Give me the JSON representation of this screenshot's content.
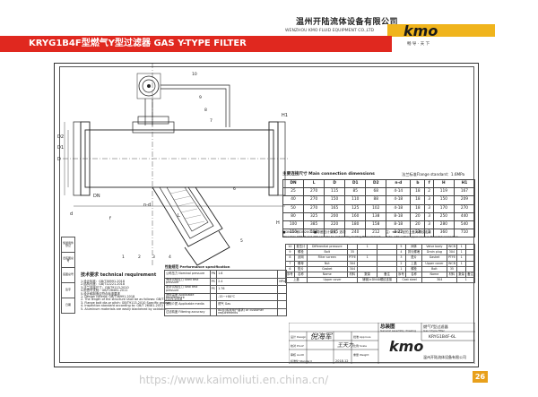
{
  "header": {
    "company_cn": "温州开陆流体设备有限公司",
    "company_en": "WENZHOU KMO FLUID EQUIPMENT CO.,LTD",
    "logo_text": "kmo",
    "logo_slogan": "畅 导 · 天 下",
    "title": "KRYG1B4F型燃气Y型过滤器 GAS Y-TYPE FILTER"
  },
  "drawing": {
    "labels": {
      "d": "d",
      "D": "D",
      "D1": "D1",
      "D2": "D2",
      "DN": "DN",
      "H": "H",
      "H1": "H1",
      "L": "L",
      "nd": "n-d",
      "f": "f"
    },
    "part_numbers": [
      "1",
      "2",
      "3",
      "4",
      "5",
      "6",
      "7",
      "8",
      "9",
      "10"
    ],
    "left_table": [
      [
        "借通用件登记",
        "Register the borrowed common parts"
      ],
      [
        "旧底图总号",
        "Old base map number"
      ],
      [
        "底图总号",
        "Total base map number"
      ],
      [
        "签字",
        "Signature"
      ],
      [
        "日期",
        "Date"
      ]
    ]
  },
  "dimensions": {
    "title": "主要连接尺寸 Main connection dimensions",
    "flange_standard": "法兰标准Flange standard：1.6MPa",
    "headers": [
      "DN",
      "L",
      "D",
      "D1",
      "D2",
      "n-d",
      "b",
      "f",
      "H",
      "H1"
    ],
    "rows": [
      [
        "25",
        "270",
        "115",
        "85",
        "68",
        "4-14",
        "18",
        "2",
        "119",
        "167"
      ],
      [
        "40",
        "270",
        "150",
        "110",
        "88",
        "4-18",
        "18",
        "3",
        "150",
        "209"
      ],
      [
        "50",
        "270",
        "165",
        "125",
        "102",
        "4-18",
        "18",
        "3",
        "170",
        "270"
      ],
      [
        "80",
        "325",
        "200",
        "160",
        "138",
        "8-18",
        "20",
        "3",
        "250",
        "440"
      ],
      [
        "100",
        "385",
        "220",
        "180",
        "158",
        "8-18",
        "20",
        "3",
        "280",
        "540"
      ],
      [
        "150",
        "500",
        "285",
        "240",
        "212",
        "8-22",
        "22",
        "3",
        "360",
        "710"
      ]
    ],
    "note_left": "■DN100和DN200☐■带差压计测试，选项",
    "note_left_en": "More than DN100 and 200 can also be installed by holding filter element.",
    "note_right": "注：≤40口径的上盖为螺纹连接",
    "note_right_en": "Note: ≤40 caliber upper cover is threaded connection"
  },
  "parts": {
    "rows": [
      [
        "10",
        "差压计",
        "Differential pressure",
        "",
        "1",
        "",
        "5",
        "阀体",
        "Valve body",
        "WCB",
        "1",
        ""
      ],
      [
        "9",
        "螺栓",
        "Bolt",
        "35",
        "",
        "",
        "4",
        "排污螺堵",
        "Drain plug",
        "304",
        "1",
        ""
      ],
      [
        "8",
        "滤网",
        "Filter screen",
        "PTFE",
        "1",
        "",
        "3",
        "垫片",
        "Gasket",
        "PTFE",
        "1",
        ""
      ],
      [
        "7",
        "螺母",
        "Nut",
        "304",
        "",
        "",
        "2",
        "上盖",
        "Upper cover",
        "WCB",
        "1",
        ""
      ],
      [
        "6",
        "垫片",
        "Gasket",
        "304",
        "",
        "",
        "1",
        "螺栓",
        "Bolt",
        "35",
        "",
        ""
      ],
      [
        "序号",
        "名称",
        "Name",
        "材料",
        "数量",
        "备注",
        "序号",
        "名称",
        "Name",
        "材料",
        "数量",
        "备注"
      ]
    ],
    "footer_row": [
      "上盖",
      "Upper cover",
      "铸钢/×DN40螺纹连接",
      "Cast steel",
      "304",
      "1"
    ]
  },
  "requirements": {
    "title": "技术要求 technical requirement",
    "items": [
      "1.设计标准：GB/T36991-2018",
      "2.结构长度：GB/T12221-2018",
      "3.法兰连接尺寸：GB/T9113-2010",
      "4.检查与试验：GB/T26481-2011",
      "5.设计和制造应符合标准要求",
      "1. Design criteria: GB/T36991-2018",
      "2. The length of the structure shall be as follows: GB/T12221-2018",
      "3. Flange bolt dia.or pitch: GB/T9113-2010 Specific groove",
      "4. Inspection standard according to: GB/T 26481-2011",
      "5. Aluminum materials are easily blackened by oxidation"
    ]
  },
  "performance": {
    "title": "性能规范 Performance specification",
    "rows": [
      [
        "公称压力 Nominal pressure",
        "PN",
        "1.6",
        ""
      ],
      [
        "壳体试验压力 Shell test pressure",
        "PS",
        "2.4",
        "MPa"
      ],
      [
        "密封试验压力 Seal test pressure",
        "PS",
        "1.76",
        ""
      ],
      [
        "适用温度 Applicable temperature",
        "",
        "-15~+80℃",
        ""
      ],
      [
        "适用介质 Applicable media",
        "",
        "燃气 Gas",
        ""
      ],
      [
        "过滤精度 Filtering accuracy",
        "",
        "80目(或按用户要求) or customer requirements",
        ""
      ]
    ]
  },
  "title_block": {
    "drawing_name_cn": "燃气Y型过滤器",
    "drawing_name_en": "Gas Y-type filter",
    "assembly_cn": "总装图",
    "assembly_en": "General assembly drawing",
    "drawing_no": "KRYG1B4F-6L",
    "designer_sig": "倪海军",
    "reviewer_sig": "王天力",
    "date": "2018.12",
    "company_cn": "温州开陆流体设备有限公司",
    "labels": [
      "设计 Design",
      "校对 Proof",
      "审核 Audit",
      "标准化 Standard",
      "批准 Approve",
      "比例 Scale",
      "重量 Weight"
    ]
  },
  "footer": {
    "page": "26",
    "watermark": "https://www.kaimoliuti.en.china.cn/"
  },
  "colors": {
    "brand_red": "#e0281f",
    "brand_yellow": "#f0b41c",
    "page_badge": "#e8a01b"
  }
}
